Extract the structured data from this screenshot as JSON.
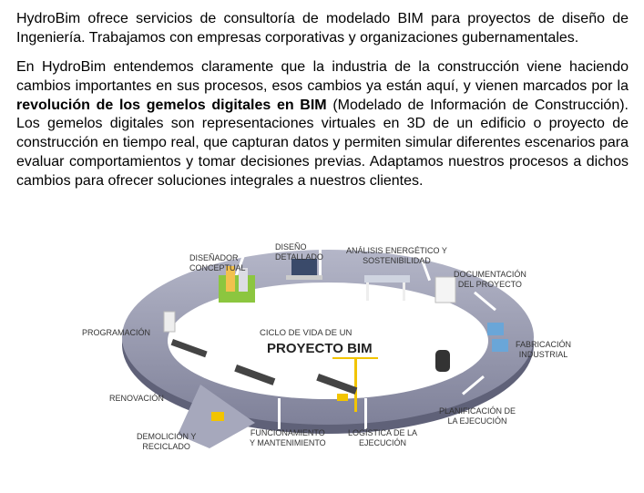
{
  "intro": "HydroBim ofrece servicios de consultoría de modelado BIM para proyectos de diseño de Ingeniería. Trabajamos con empresas corporativas y organizaciones gubernamentales.",
  "body": {
    "before": "En HydroBim entendemos claramente que la industria de la construcción viene haciendo cambios importantes en sus procesos, esos cambios ya están aquí, y vienen marcados por la ",
    "bold": "revolución de los gemelos digitales en BIM",
    "after": " (Modelado de Información de Construcción). Los gemelos digitales son representaciones virtuales en 3D de un edificio o proyecto de construcción en tiempo real, que capturan datos y permiten simular diferentes escenarios para evaluar comportamientos y tomar decisiones previas. Adaptamos nuestros procesos a dichos cambios para ofrecer soluciones integrales a nuestros clientes."
  },
  "diagram": {
    "center_small": "CICLO DE VIDA DE UN",
    "center_big": "PROYECTO BIM",
    "stages": [
      "DISEÑADOR\nCONCEPTUAL",
      "DISEÑO\nDETALLADO",
      "ANÁLISIS ENERGÉTICO Y\nSOSTENIBILIDAD",
      "DOCUMENTACIÓN\nDEL PROYECTO",
      "FABRICACIÓN\nINDUSTRIAL",
      "PLANIFICACIÓN DE\nLA EJECUCIÓN",
      "LOGÍSTICA DE LA\nEJECUCIÓN",
      "FUNCIONAMIENTO\nY MANTENIMIENTO",
      "DEMOLICIÓN Y\nRECICLADO",
      "RENOVACIÓN",
      "PROGRAMACIÓN"
    ],
    "ring_color": "#8e90a8"
  }
}
